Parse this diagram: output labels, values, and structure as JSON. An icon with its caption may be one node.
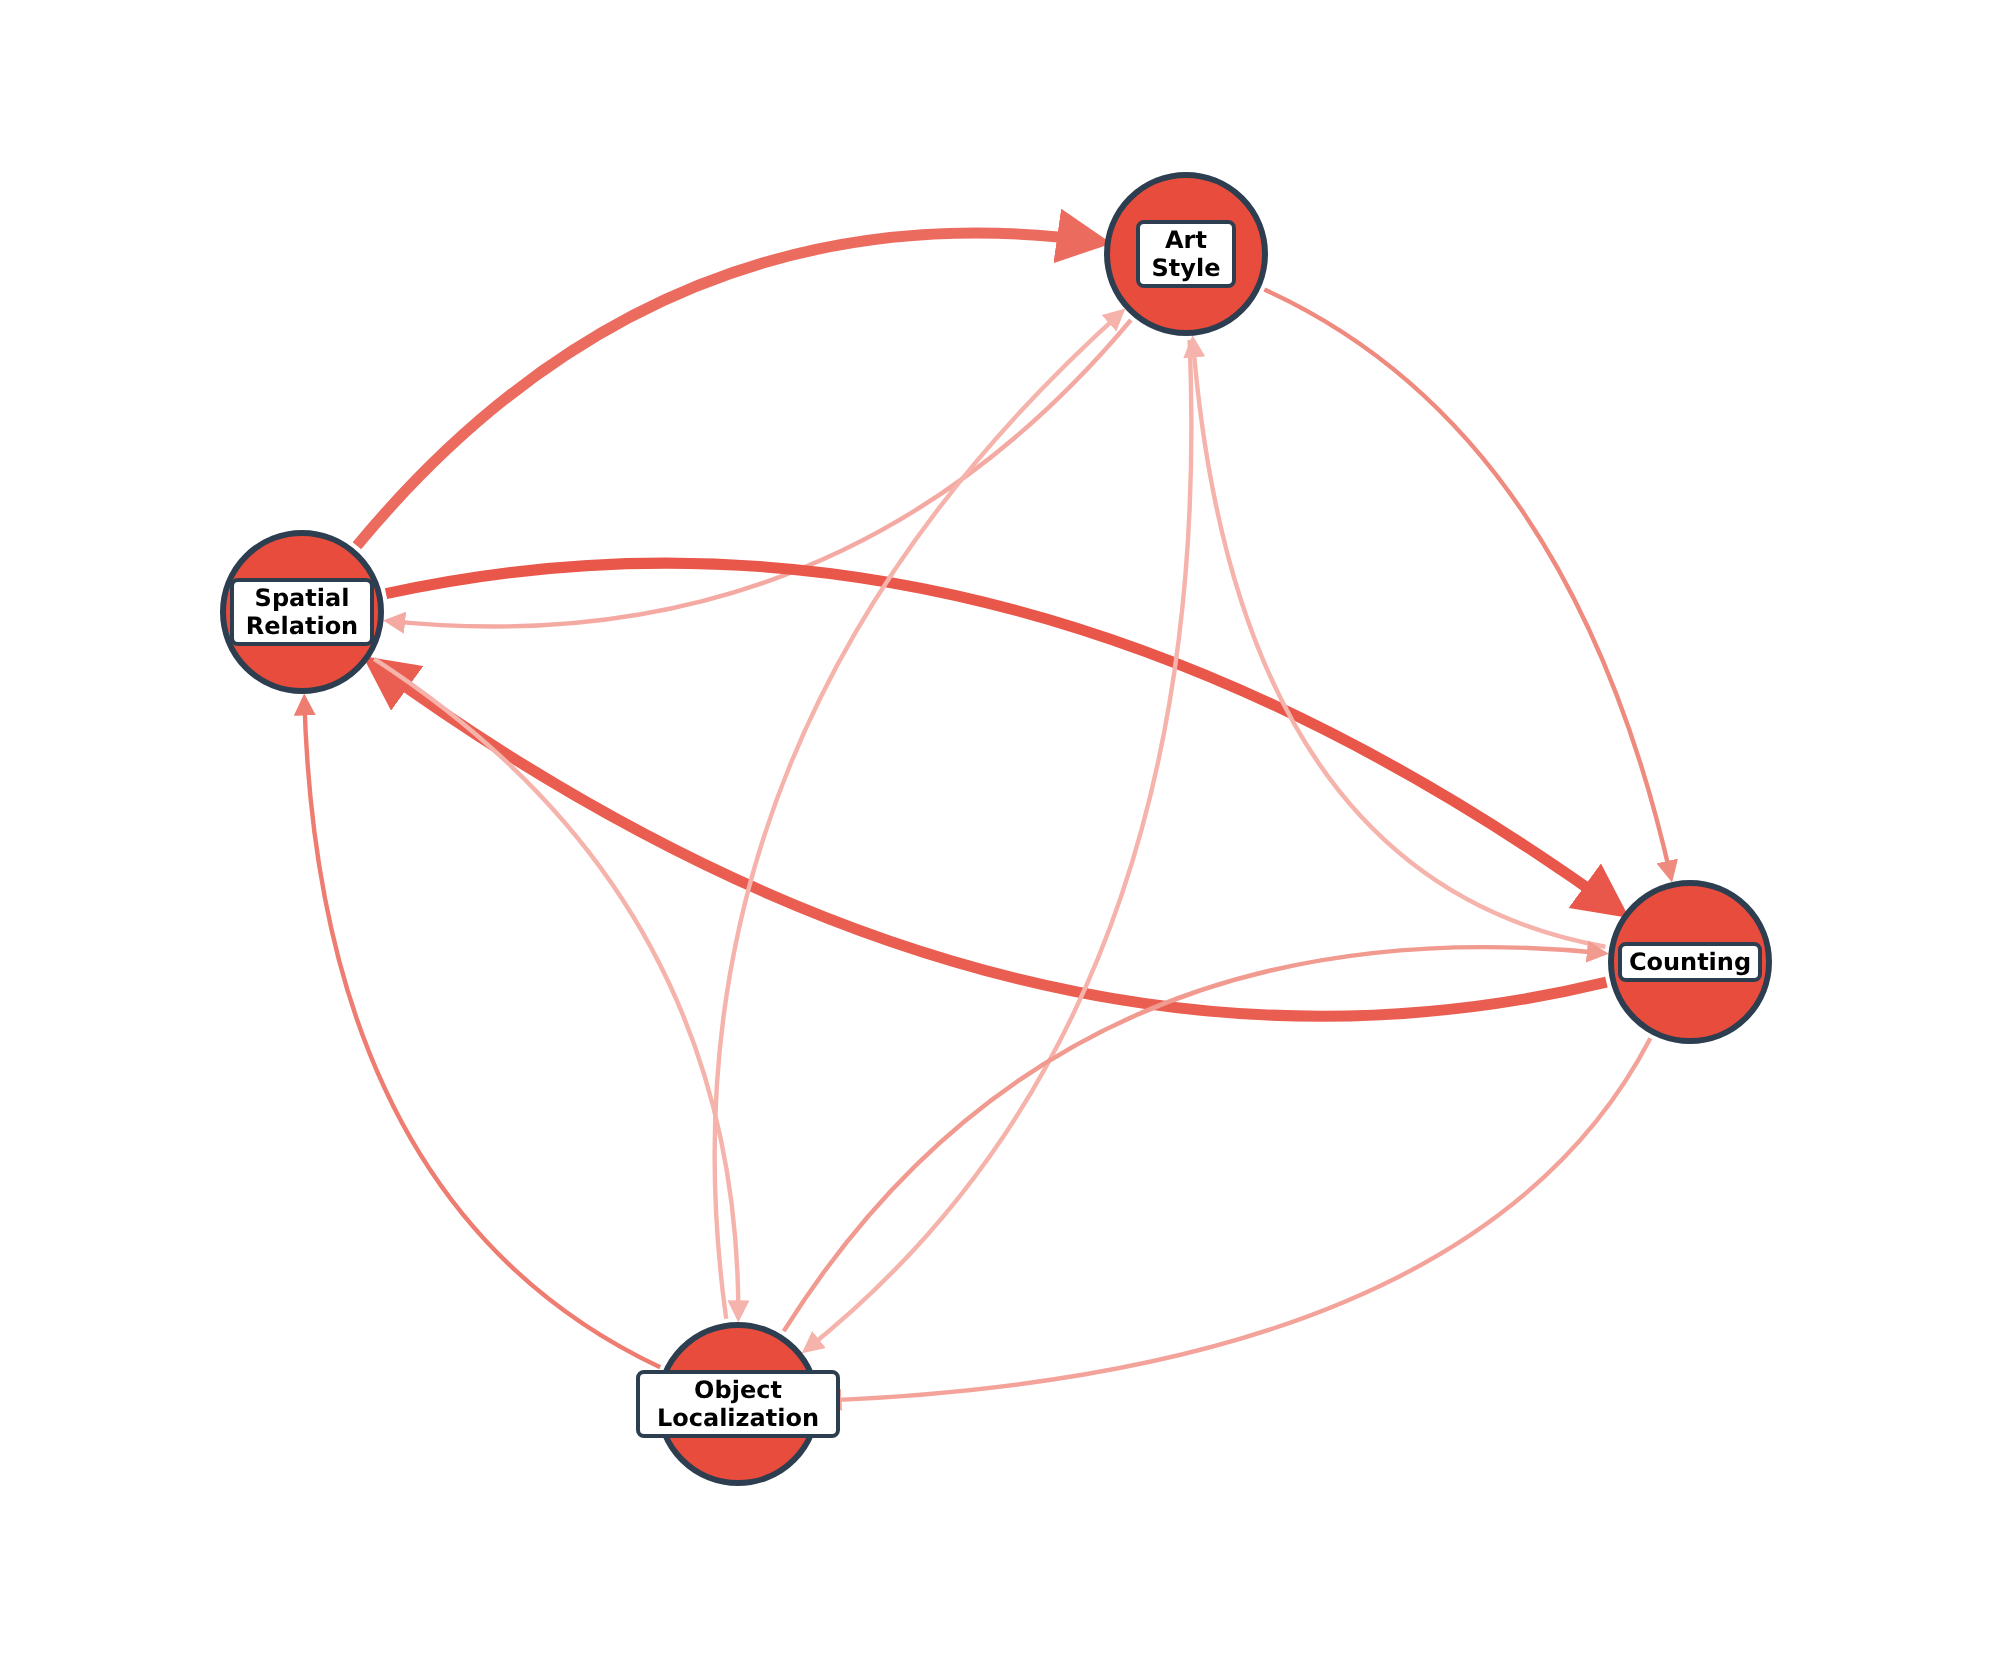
{
  "diagram": {
    "nodes": [
      {
        "text": [
          "Art Style"
        ]
      },
      {
        "text": [
          "Spatial Relation"
        ]
      },
      {
        "text": [
          "Counting"
        ]
      },
      {
        "text": [
          "Object Localization"
        ]
      }
    ],
    "edges": [
      {
        "from": 1,
        "to": 0,
        "arrow": "to",
        "style": "thick",
        "color": "#ec6b5f"
      },
      {
        "from": 0,
        "to": 1,
        "arrow": "to",
        "color": "#f4aaa2"
      },
      {
        "from": 0,
        "to": 2,
        "arrow": "to",
        "color": "#ef8a7f"
      },
      {
        "from": 1,
        "to": 2,
        "arrow": "to",
        "style": "thick",
        "color": "#e8574a"
      },
      {
        "from": 2,
        "to": 1,
        "arrow": "to",
        "style": "thick",
        "color": "#e95e51"
      },
      {
        "from": 2,
        "to": 0,
        "arrow": "to",
        "color": "#f5b3ab"
      },
      {
        "from": 3,
        "to": 0,
        "arrow": "to",
        "color": "#f5b3ab"
      },
      {
        "from": 3,
        "to": 1,
        "arrow": "to",
        "color": "#ee7c70"
      },
      {
        "from": 1,
        "to": 3,
        "arrow": "to",
        "color": "#f5b3ab"
      },
      {
        "from": 0,
        "to": 3,
        "arrow": "to",
        "color": "#f5b3ab"
      },
      {
        "from": 3,
        "to": 2,
        "arrow": "to",
        "color": "#f19a90"
      },
      {
        "from": 2,
        "to": 3,
        "arrow": "to",
        "color": "#f3a39a"
      }
    ]
  }
}
